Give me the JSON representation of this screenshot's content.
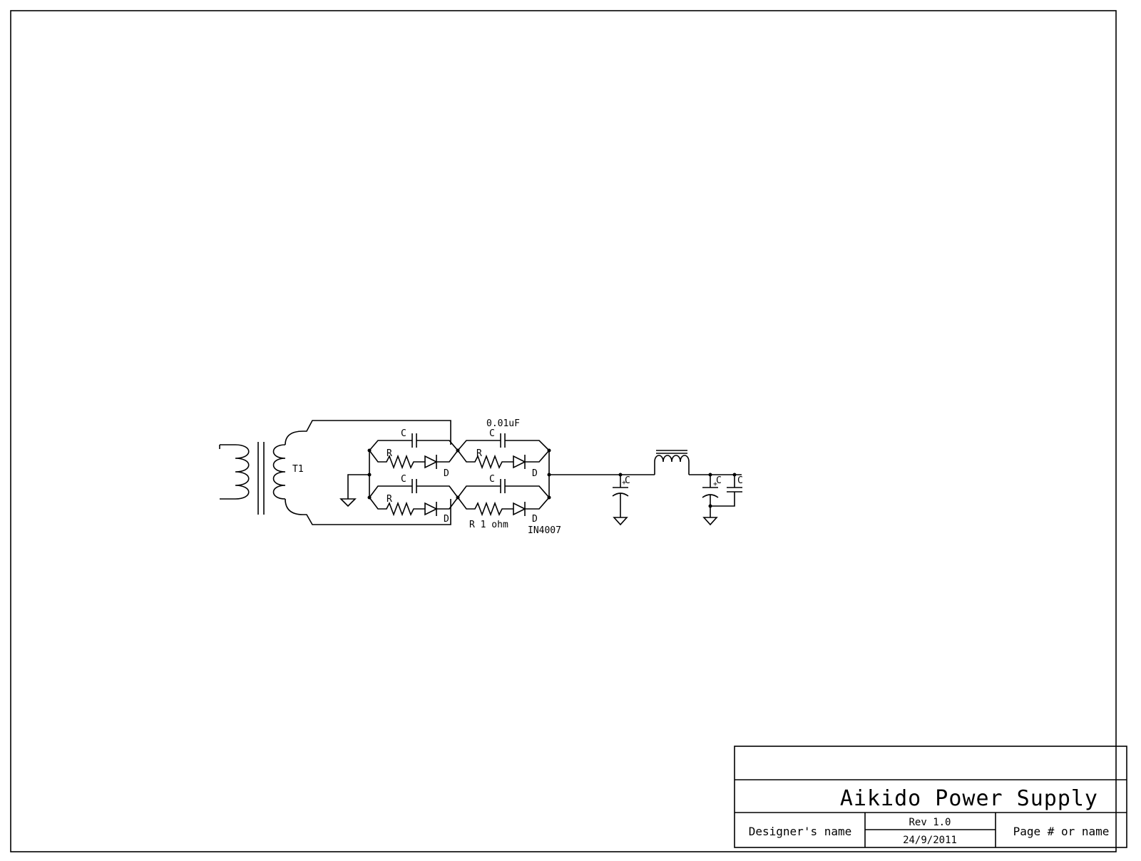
{
  "labels": {
    "transformer": "T1",
    "cap_top_value": "0.01uF",
    "resistor_value": "R 1 ohm",
    "diode_part": "IN4007",
    "cap": "C",
    "res": "R",
    "diode": "D",
    "plus": "+"
  },
  "title_block": {
    "title": "Aikido Power Supply",
    "designer": "Designer's name",
    "revision": "Rev 1.0",
    "date": "24/9/2011",
    "page": "Page # or name"
  }
}
